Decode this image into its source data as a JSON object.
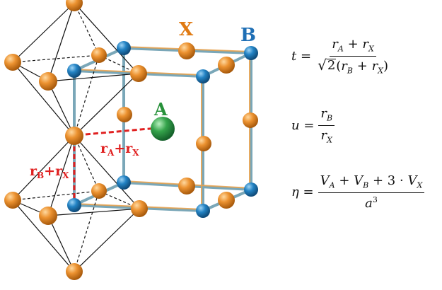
{
  "labels": {
    "site_x": "X",
    "site_b": "B",
    "site_a": "A",
    "dist_ax_main": "r",
    "dist_ax_sub_a": "A",
    "dist_ax_plus": "+r",
    "dist_ax_sub_x": "X",
    "dist_bx_main": "r",
    "dist_bx_sub_b": "B",
    "dist_bx_plus": "+r",
    "dist_bx_sub_x": "X"
  },
  "colors": {
    "x_site": "#e58a1f",
    "b_site": "#1f7fc0",
    "a_site": "#2e9b45",
    "label_x": "#e07a12",
    "label_b": "#1f6fb5",
    "label_a": "#27913a",
    "distance": "#e02020",
    "cage": "#7aa7b8"
  },
  "equations": {
    "t": {
      "lhs": "t",
      "eq": "=",
      "num": {
        "r1": "r",
        "s1": "A",
        "plus": "+",
        "r2": "r",
        "s2": "X"
      },
      "den": {
        "sqrt": "√",
        "two": "2",
        "lp": "(",
        "r1": "r",
        "s1": "B",
        "plus": "+",
        "r2": "r",
        "s2": "X",
        "rp": ")"
      }
    },
    "u": {
      "lhs": "u",
      "eq": "=",
      "num": {
        "r": "r",
        "s": "B"
      },
      "den": {
        "r": "r",
        "s": "X"
      }
    },
    "eta": {
      "lhs": "η",
      "eq": "=",
      "num": {
        "v1": "V",
        "s1": "A",
        "p1": "+",
        "v2": "V",
        "s2": "B",
        "p2": "+",
        "three": "3",
        "dot": "·",
        "v3": "V",
        "s3": "X"
      },
      "den": {
        "a": "a",
        "exp": "3"
      }
    }
  }
}
